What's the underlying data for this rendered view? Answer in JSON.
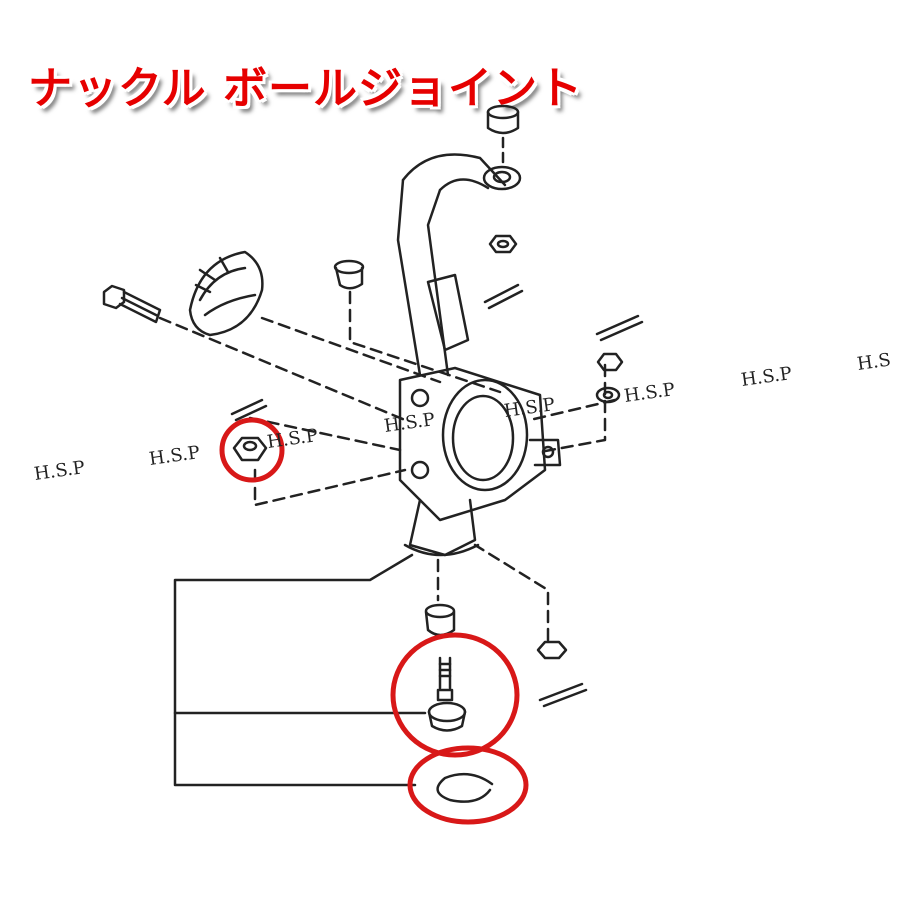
{
  "title": "ナックル ボールジョイント",
  "watermark_text": "H.S.P",
  "watermarks": [
    {
      "id": "wm-1",
      "text": "H.S.P"
    },
    {
      "id": "wm-2",
      "text": "H.S.P"
    },
    {
      "id": "wm-3",
      "text": "H.S.P"
    },
    {
      "id": "wm-4",
      "text": "H.S.P"
    },
    {
      "id": "wm-5",
      "text": "H.S.P"
    },
    {
      "id": "wm-6",
      "text": "H.S.P"
    },
    {
      "id": "wm-7",
      "text": "H.S.P"
    },
    {
      "id": "wm-8",
      "text": "H.S"
    }
  ],
  "colors": {
    "title_red": "#e60000",
    "highlight_red": "#d81818",
    "line": "#222222"
  },
  "highlights": [
    "nut-left-highlight",
    "ball-joint-highlight",
    "snap-ring-highlight"
  ]
}
